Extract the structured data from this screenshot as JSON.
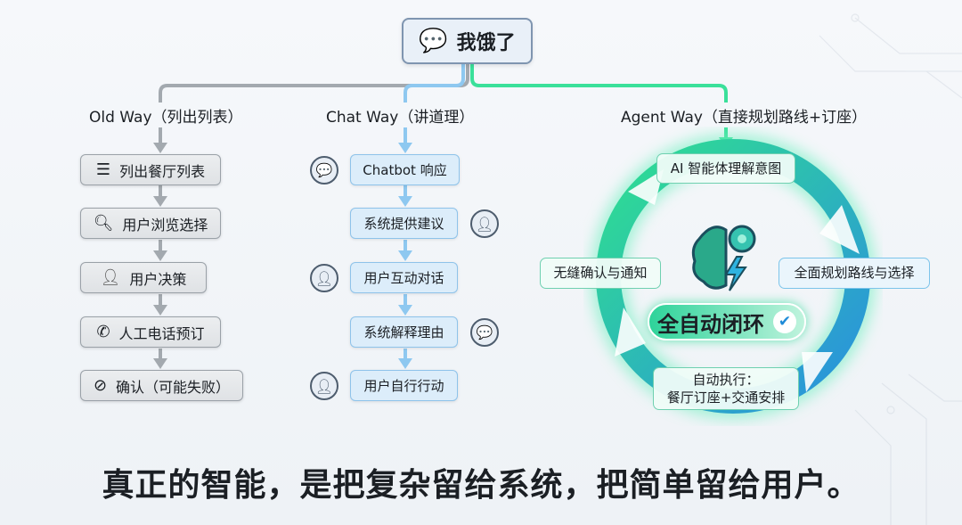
{
  "root": {
    "label": "我饿了"
  },
  "old_way": {
    "header": "Old Way（列出列表）",
    "steps": [
      "列出餐厅列表",
      "用户浏览选择",
      "用户决策",
      "人工电话预订",
      "确认（可能失败）"
    ]
  },
  "chat_way": {
    "header": "Chat Way（讲道理）",
    "steps": [
      "Chatbot 响应",
      "系统提供建议",
      "用户互动对话",
      "系统解释理由",
      "用户自行行动"
    ]
  },
  "agent_way": {
    "header": "Agent Way（直接规划路线+订座）",
    "top": "AI 智能体理解意图",
    "right": "全面规划路线与选择",
    "bottom_line1": "自动执行：",
    "bottom_line2": "餐厅订座+交通安排",
    "left": "无缝确认与通知",
    "center": "全自动闭环"
  },
  "slogan": "真正的智能，是把复杂留给系统，把简单留给用户。",
  "colors": {
    "old": "#9aa1a8",
    "chat": "#8ec3ea",
    "agent": "#2ed39a"
  }
}
